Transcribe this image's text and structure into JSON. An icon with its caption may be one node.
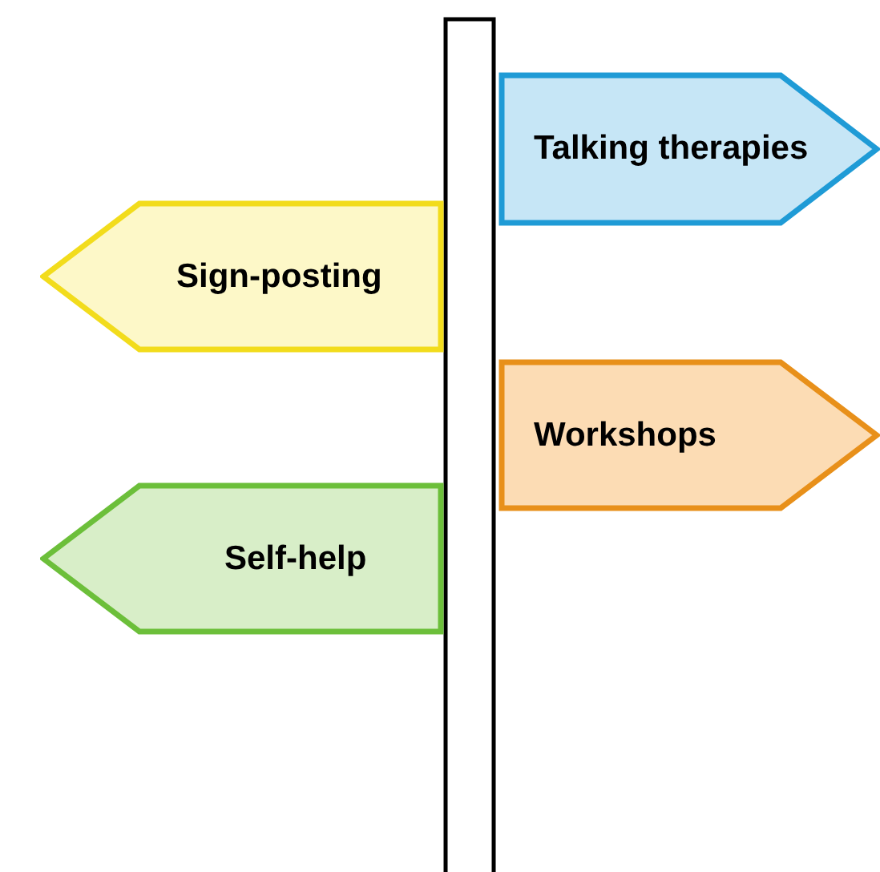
{
  "diagram": {
    "nodes": [
      {
        "text": [],
        "shape": "bar"
      },
      {
        "text": [
          "Talking therapies"
        ]
      },
      {
        "text": [
          "Sign-posting"
        ]
      },
      {
        "text": [
          "Workshops"
        ]
      },
      {
        "text": [
          "Self-help"
        ]
      }
    ]
  }
}
